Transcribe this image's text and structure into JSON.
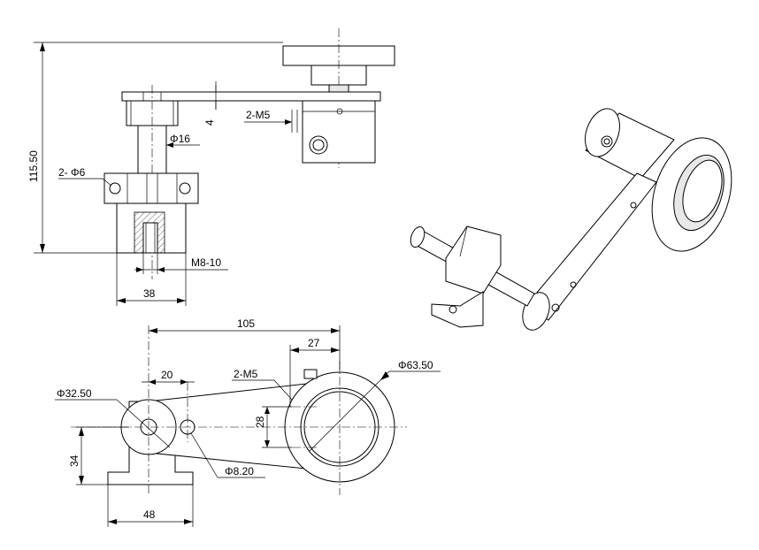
{
  "dimensions": {
    "total_height": "115.50",
    "hole_2x": "2- Φ6",
    "shaft_dia": "Φ16",
    "plate_thk": "4",
    "thread_top": "2-M5",
    "tap": "M8-10",
    "base_width_side": "38",
    "length": "105",
    "offset_27": "27",
    "offset_20": "20",
    "thread_bottom": "2-M5",
    "wheel_dia": "Φ63.50",
    "boss_dia": "Φ32.50",
    "spacing_28": "28",
    "height_34": "34",
    "hole_dia": "Φ8.20",
    "base_width_bottom": "48"
  }
}
